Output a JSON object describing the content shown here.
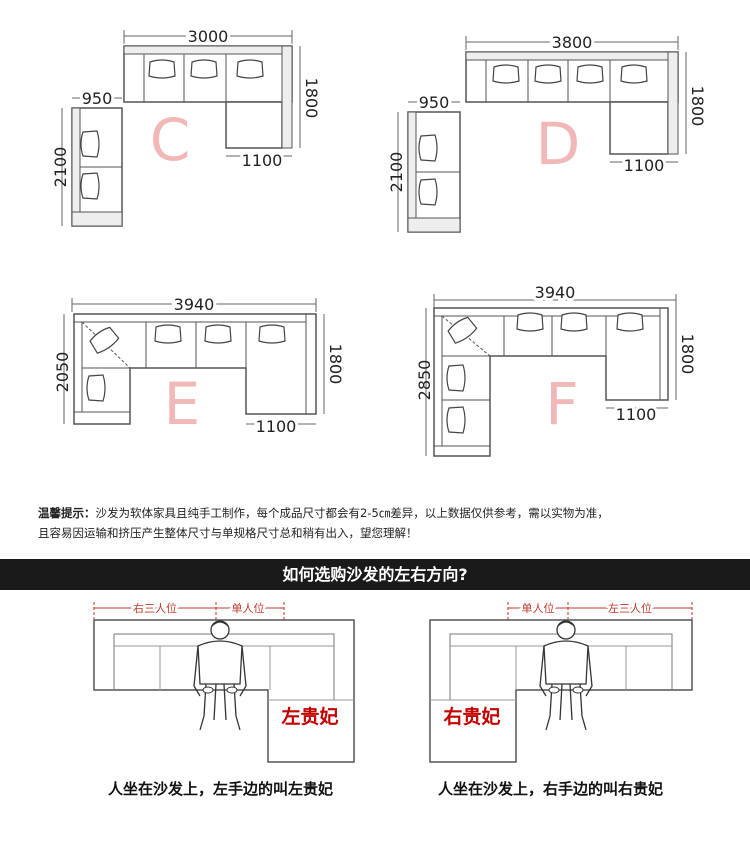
{
  "diagrams": [
    {
      "letter": "C",
      "top": "3000",
      "left": "950",
      "height_left": "2100",
      "right": "1800",
      "bottom": "1100"
    },
    {
      "letter": "D",
      "top": "3800",
      "left": "950",
      "height_left": "2100",
      "right": "1800",
      "bottom": "1100"
    },
    {
      "letter": "E",
      "top": "3940",
      "height_left": "2050",
      "right": "1800",
      "bottom": "1100"
    },
    {
      "letter": "F",
      "top": "3940",
      "height_left": "2850",
      "right": "1800",
      "bottom": "1100"
    }
  ],
  "notice": {
    "label": "温馨提示：",
    "line1": "沙发为软体家具且纯手工制作，每个成品尺寸都会有2-5㎝差异，以上数据仅供参考，需以实物为准，",
    "line2": "且容易因运输和挤压产生整体尺寸与单规格尺寸总和稍有出入，望您理解！"
  },
  "banner": "如何选购沙发的左右方向?",
  "left_example": {
    "seg_a": "右三人位",
    "seg_b": "单人位",
    "chaise": "左贵妃",
    "caption": "人坐在沙发上，左手边的叫左贵妃"
  },
  "right_example": {
    "seg_a": "单人位",
    "seg_b": "左三人位",
    "chaise": "右贵妃",
    "caption": "人坐在沙发上，右手边的叫右贵妃"
  },
  "colors": {
    "accent_red": "#c40000",
    "letter_pink": "#f2b8b8",
    "banner_bg": "#1a1a1a"
  }
}
